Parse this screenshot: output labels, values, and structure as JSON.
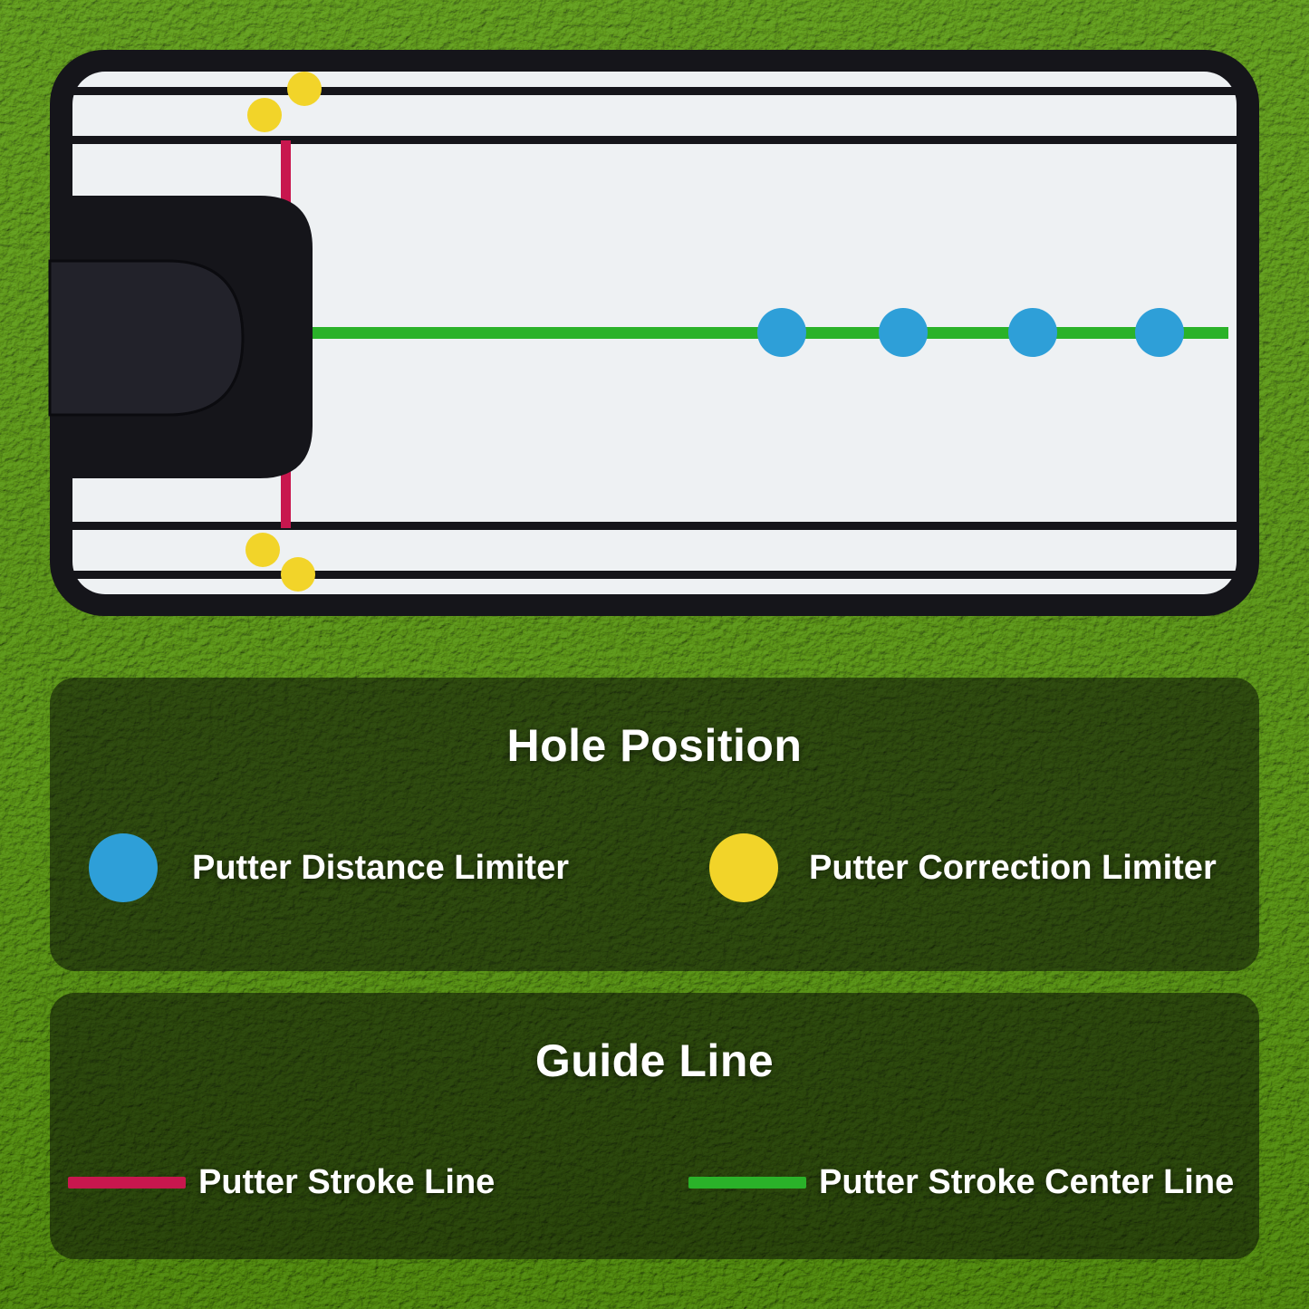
{
  "colors": {
    "blue": "#2e9fd8",
    "yellow": "#f2d429",
    "red": "#c8174e",
    "green": "#2ab229",
    "mirror_face": "#eef1f3",
    "frame_black": "#15151a",
    "notch_inner": "#22222a",
    "guide_line_black": "#15151a",
    "panel_overlay": "rgba(10,12,7,0.55)",
    "grass_base": "#86b648"
  },
  "legend_hole": {
    "title": "Hole Position",
    "items": [
      {
        "label": "Putter Distance Limiter",
        "swatch": "blue-dot"
      },
      {
        "label": "Putter Correction Limiter",
        "swatch": "yellow-dot"
      }
    ]
  },
  "legend_guide": {
    "title": "Guide Line",
    "items": [
      {
        "label": "Putter Stroke Line",
        "swatch": "red-line"
      },
      {
        "label": "Putter Stroke Center Line",
        "swatch": "green-line"
      }
    ]
  }
}
